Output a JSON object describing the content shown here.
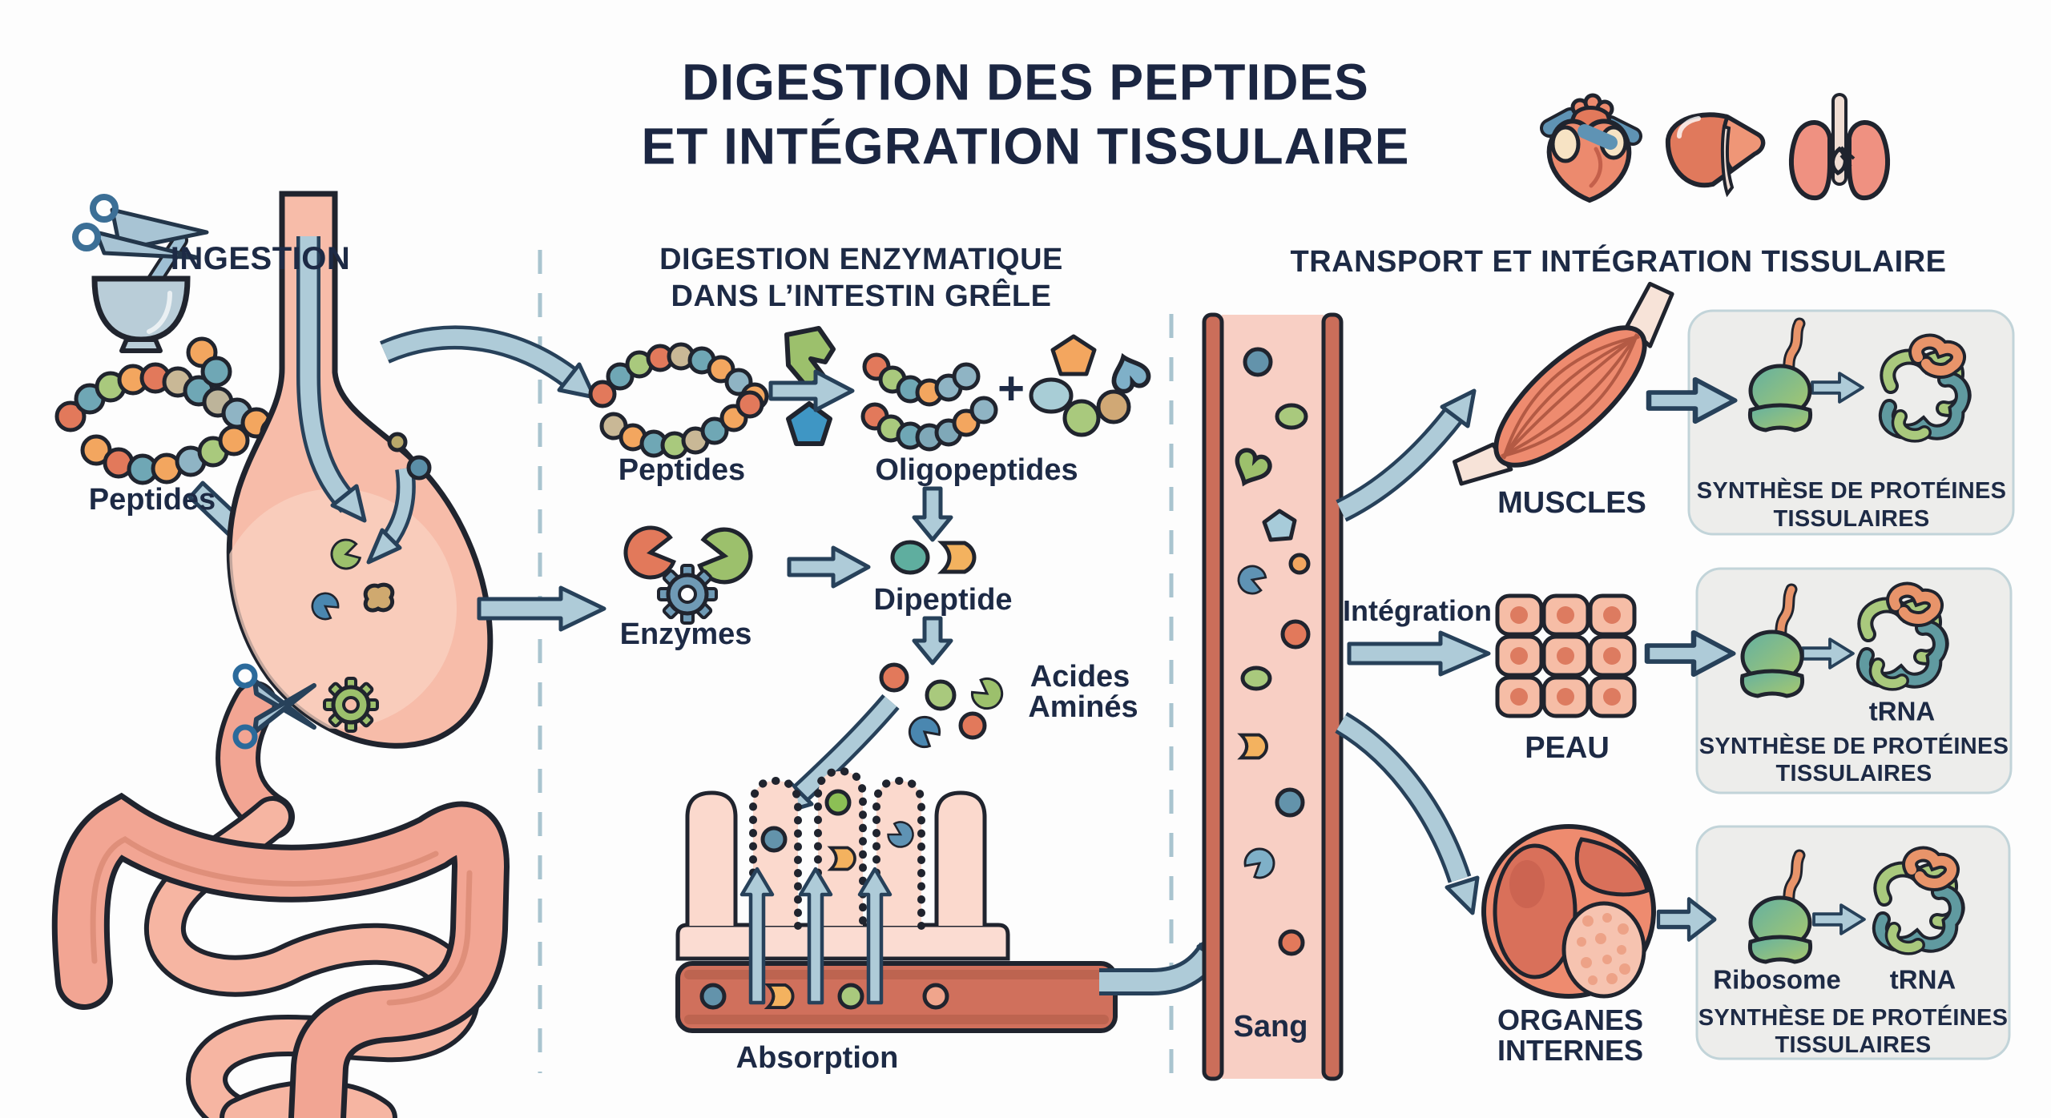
{
  "title": {
    "line1": "DIGESTION DES PEPTIDES",
    "line2": "ET INTÉGRATION TISSULAIRE"
  },
  "ingestion": {
    "header": "INGESTION",
    "peptides_label": "Peptides"
  },
  "digestion": {
    "header_line1": "DIGESTION ENZYMATIQUE",
    "header_line2": "DANS L’INTESTIN GRÊLE",
    "peptides_label": "Peptides",
    "oligopeptides_label": "Oligopeptides",
    "plus_sign": "+",
    "enzymes_label": "Enzymes",
    "dipeptide_label": "Dipeptide",
    "amino_acids_line1": "Acides",
    "amino_acids_line2": "Aminés",
    "absorption_label": "Absorption"
  },
  "transport": {
    "header": "TRANSPORT ET INTÉGRATION TISSULAIRE",
    "integration_label": "Intégration",
    "blood_label": "Sang",
    "muscles_label": "MUSCLES",
    "skin_label": "PEAU",
    "organs_line1": "ORGANES",
    "organs_line2": "INTERNES",
    "boxes": [
      {
        "caption_line1": "SYNTHÈSE DE PROTÉINES",
        "caption_line2": "TISSULAIRES"
      },
      {
        "trna_label": "tRNA",
        "caption_line1": "SYNTHÈSE DE PROTÉINES",
        "caption_line2": "TISSULAIRES"
      },
      {
        "ribosome_label": "Ribosome",
        "trna_label": "tRNA",
        "caption_line1": "SYNTHÈSE DE PROTÉINES",
        "caption_line2": "TISSULAIRES"
      }
    ]
  },
  "icon_names": [
    "scissors-mortar-icon",
    "heart-icon",
    "liver-icon",
    "lungs-icon",
    "stomach-icon",
    "intestines-icon",
    "villi-icon",
    "blood-vessel-icon",
    "muscle-icon",
    "skin-cells-icon",
    "internal-organ-icon",
    "ribosome-icon",
    "protein-tangle-icon",
    "enzyme-icon",
    "gear-icon",
    "scissors-icon"
  ],
  "palette": {
    "text_navy": "#1d2a45",
    "outline_dark": "#20242e",
    "arrow_fill": "#aecbd8",
    "arrow_outline": "#27415a",
    "divider_dash": "#a9c4cf",
    "stomach_pink": "#f7bca9",
    "intestine_salmon": "#f2a593",
    "villi_pink": "#fbd9cd",
    "blood_red": "#d0705c",
    "vessel_border": "#cb6e5a",
    "vessel_pink": "#f8cfc4",
    "box_gray": "#ededeb",
    "enzyme_red": "#e2795b",
    "enzyme_green": "#9cc06c",
    "gear_blue": "#6f9ab5",
    "bead_orange": "#f3a65f",
    "bead_teal": "#6fa7b5",
    "bead_green": "#a9c97d",
    "ribosome_teal": "#63b0a2",
    "ribosome_green": "#a9c96c",
    "protein_orange": "#e8946a"
  }
}
